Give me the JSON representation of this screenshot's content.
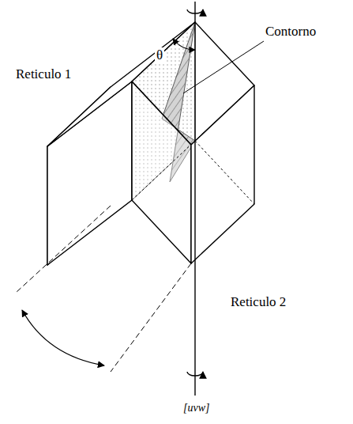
{
  "diagram": {
    "labels": [
      "Reticulo 1",
      "Contorno",
      "θ",
      "Reticulo 2",
      "[uvw]"
    ]
  }
}
